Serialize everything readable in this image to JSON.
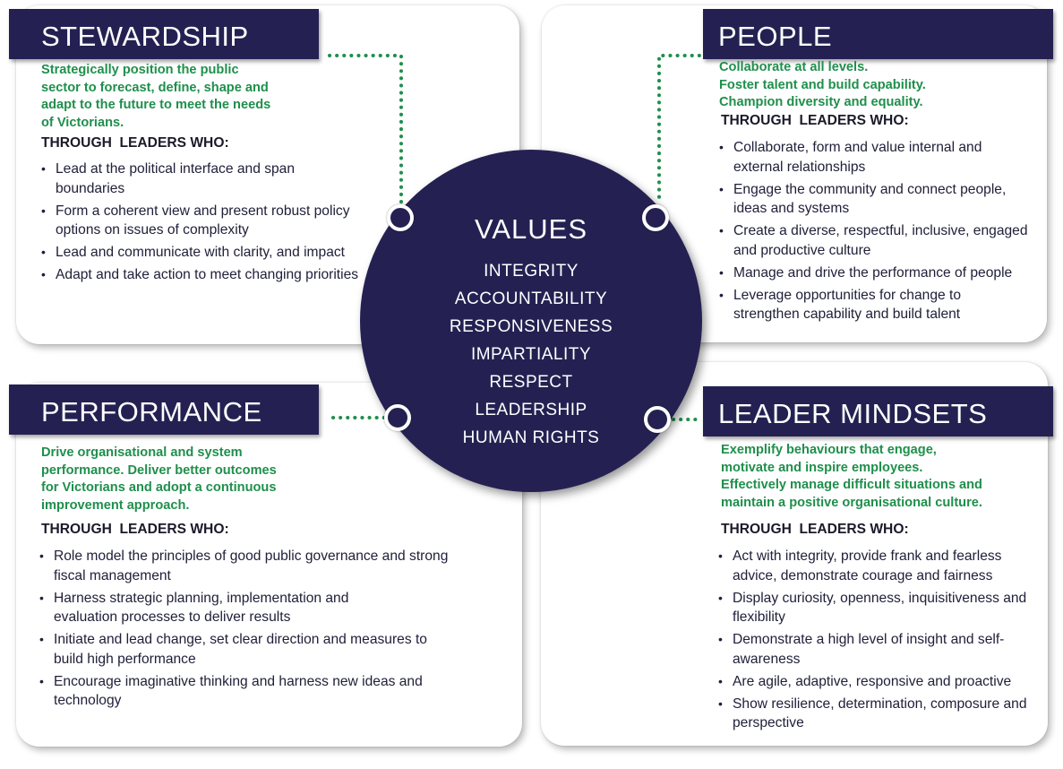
{
  "values": {
    "title": "VALUES",
    "items": [
      "INTEGRITY",
      "ACCOUNTABILITY",
      "RESPONSIVENESS",
      "IMPARTIALITY",
      "RESPECT",
      "LEADERSHIP",
      "HUMAN RIGHTS"
    ]
  },
  "through_label": "THROUGH  LEADERS WHO:",
  "colors": {
    "navy": "#242152",
    "green": "#1f8f4c"
  },
  "stewardship": {
    "title": "STEWARDSHIP",
    "goal": [
      "Strategically position the public",
      "sector to forecast, define, shape and",
      "adapt to the future to meet the needs",
      "of Victorians."
    ],
    "items": [
      "Lead at the political interface and span boundaries",
      "Form a coherent view and present robust policy options on issues of complexity",
      "Lead and communicate with clarity, and impact",
      "Adapt and take action to meet changing priorities"
    ]
  },
  "people": {
    "title": "PEOPLE",
    "goal": [
      "Collaborate at all levels.",
      "Foster talent and build capability.",
      "Champion diversity and equality."
    ],
    "items": [
      "Collaborate, form and value internal and external relationships",
      "Engage the community and connect people, ideas and systems",
      "Create a diverse, respectful, inclusive, engaged and productive culture",
      "Manage and drive the performance of people",
      "Leverage opportunities for change to strengthen capability and build talent"
    ]
  },
  "performance": {
    "title": "PERFORMANCE",
    "goal": [
      "Drive organisational and system",
      "performance.  Deliver better outcomes",
      "for Victorians and adopt a continuous",
      "improvement approach."
    ],
    "items": [
      "Role model the principles of good public governance and strong fiscal management",
      "Harness strategic planning, implementation and evaluation processes to deliver results",
      "Initiate and lead change, set clear direction and measures to build high performance",
      "Encourage imaginative thinking and harness new ideas and technology"
    ]
  },
  "leader_mindsets": {
    "title": "LEADER MINDSETS",
    "goal": [
      "Exemplify behaviours that engage,",
      "motivate and inspire employees.",
      "Effectively manage difficult situations and",
      "maintain a positive organisational culture."
    ],
    "items": [
      "Act with integrity, provide frank and fearless advice, demonstrate courage and fairness",
      "Display curiosity, openness, inquisitiveness and flexibility",
      "Demonstrate a high level of insight and self-awareness",
      "Are agile, adaptive, responsive and proactive",
      "Show resilience, determination, composure and perspective"
    ]
  }
}
